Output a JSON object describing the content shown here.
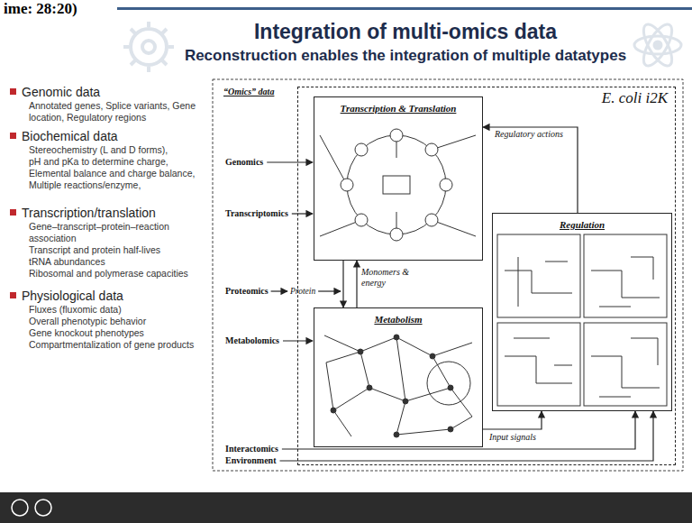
{
  "diagram": {
    "title": "Integration of multi-omics data",
    "nodes": [
      {
        "text": [
          "E. coli i2K"
        ]
      },
      {
        "text": [
          "Transcription & Translation"
        ],
        "in": 0
      },
      {
        "text": [
          "Regulation"
        ],
        "in": 0
      },
      {
        "text": [
          "Metabolism"
        ],
        "in": 0
      }
    ],
    "edges": [
      {
        "from": 2,
        "to": 1,
        "arrow": "to",
        "label": "Regulatory actions"
      },
      {
        "from": 1,
        "to": 3,
        "arrow": "to"
      },
      {
        "from": 3,
        "to": 1,
        "arrow": "to",
        "label": "Monomers & energy"
      },
      {
        "from": 3,
        "to": 2,
        "arrow": "to",
        "label": "Input signals"
      }
    ],
    "labels": [
      "ime: 28:20)",
      "Reconstruction enables the integration of multiple datatypes",
      "Genomic data",
      "Annotated genes, Splice variants, Gene location, Regulatory regions",
      "Biochemical data",
      "Stereochemistry (L and D forms),",
      "pH and pKa to determine charge,",
      "Elemental balance and charge balance,",
      "Multiple reactions/enzyme,",
      "Transcription/translation",
      "Gene–transcript–protein–reaction association",
      "Transcript and protein half-lives",
      "tRNA abundances",
      "Ribosomal and polymerase capacities",
      "Physiological data",
      "Fluxes (fluxomic data)",
      "Overall phenotypic behavior",
      "Gene knockout phenotypes",
      "Compartmentalization of gene products",
      "“Omics” data",
      "Genomics",
      "Transcriptomics",
      "Proteomics",
      "Protein",
      "Metabolomics",
      "Interactomics",
      "Environment"
    ]
  }
}
